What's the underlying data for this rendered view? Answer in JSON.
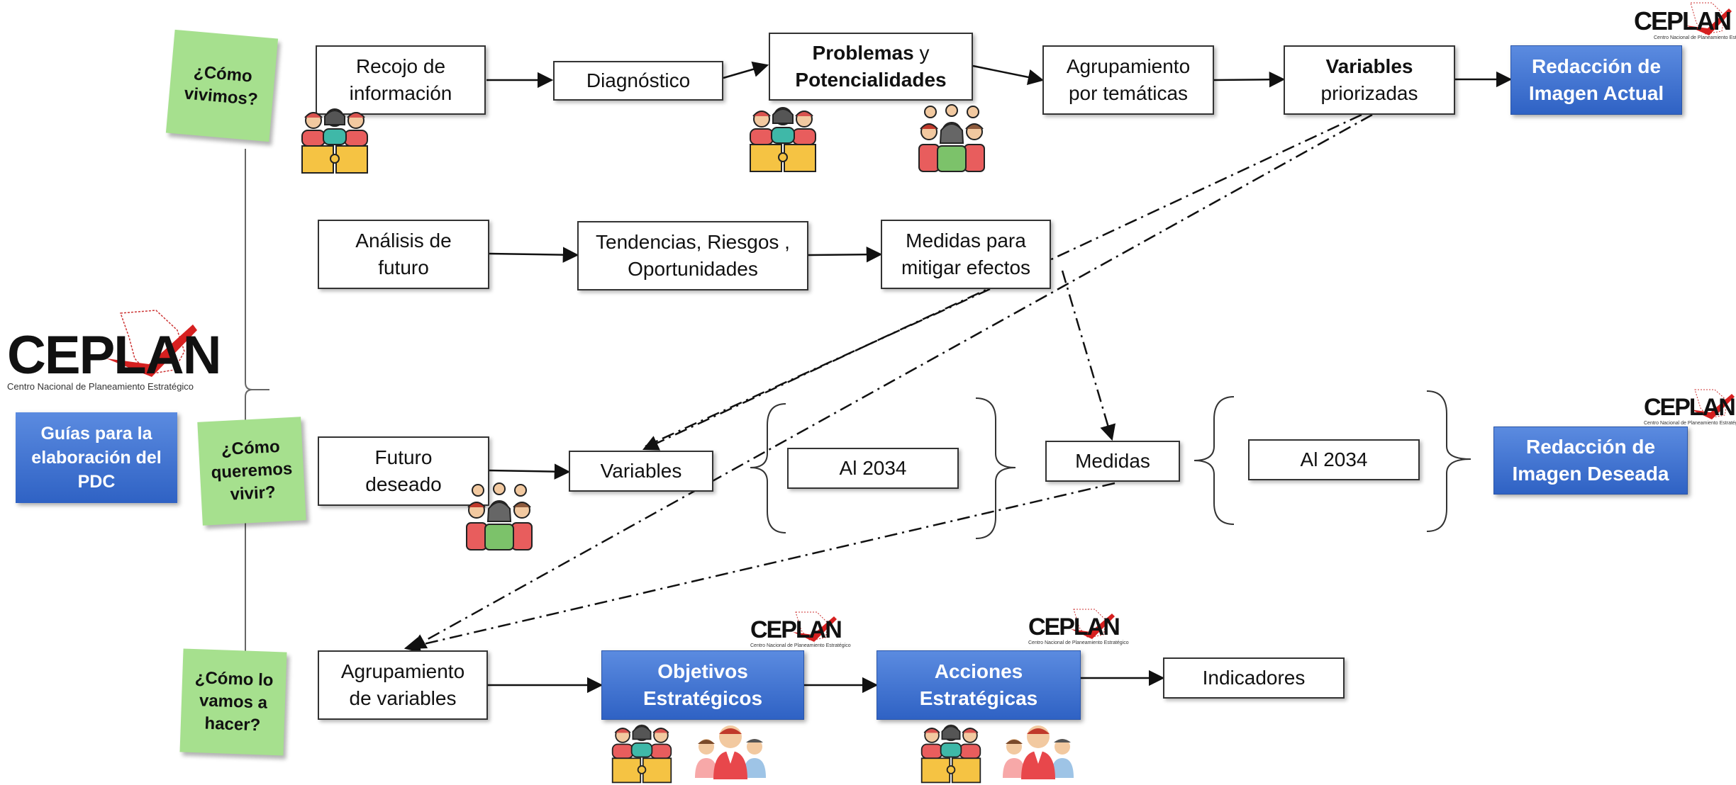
{
  "questions": {
    "q1": [
      "¿Cómo",
      "vivimos?"
    ],
    "q2": [
      "¿Cómo",
      "queremos",
      "vivir?"
    ],
    "q3": [
      "¿Cómo lo",
      "vamos a",
      "hacer?"
    ]
  },
  "guide": [
    "Guías para la",
    "elaboración del",
    "PDC"
  ],
  "logo": {
    "word": "CEPLAN",
    "subtitle": "Centro Nacional de Planeamiento Estratégico"
  },
  "row1": {
    "recojo": [
      "Recojo de",
      "información"
    ],
    "diagnostico": "Diagnóstico",
    "problemas_bold": "Problemas",
    "problemas_rest": " y",
    "potencialidades": "Potencialidades",
    "agrupamiento": [
      "Agrupamiento",
      "por temáticas"
    ],
    "variables_bold": "Variables",
    "variables_rest": "priorizadas",
    "redaccion_actual": [
      "Redacción de",
      "Imagen Actual"
    ]
  },
  "row2": {
    "analisis": [
      "Análisis de",
      "futuro"
    ],
    "tendencias": [
      "Tendencias, Riesgos ,",
      "Oportunidades"
    ],
    "medidas_mitigar": [
      "Medidas para",
      "mitigar efectos"
    ]
  },
  "row3": {
    "futuro": [
      "Futuro",
      "deseado"
    ],
    "variables": "Variables",
    "al2034_a": "Al 2034",
    "medidas": "Medidas",
    "al2034_b": "Al 2034",
    "redaccion_deseada": [
      "Redacción de",
      "Imagen Deseada"
    ]
  },
  "row4": {
    "agrupamiento_var": [
      "Agrupamiento",
      "de variables"
    ],
    "objetivos": [
      "Objetivos",
      "Estratégicos"
    ],
    "acciones": [
      "Acciones",
      "Estratégicas"
    ],
    "indicadores": "Indicadores"
  },
  "colors": {
    "note": "#a6e08e",
    "blue": "#3a6fd0",
    "border": "#333333",
    "logo_red": "#d62020"
  }
}
